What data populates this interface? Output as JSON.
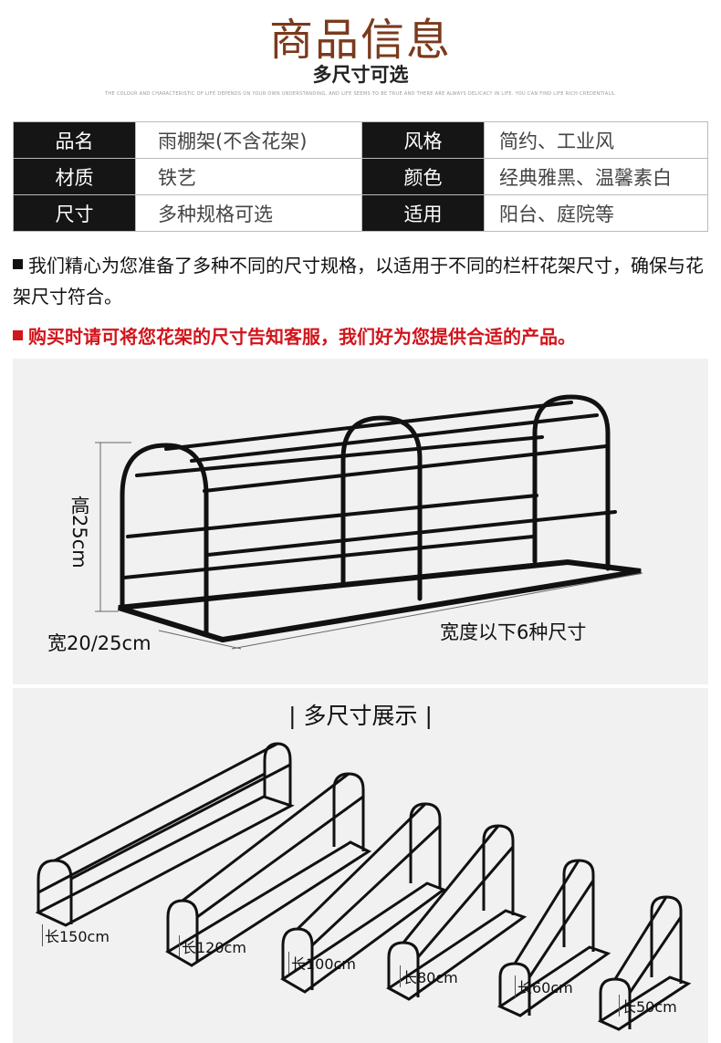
{
  "header": {
    "title": "商品信息",
    "subtitle": "多尺寸可选",
    "tagline": "THE COLOUR AND CHARACTERISTIC OF LIFE DEPENDS ON YOUR OWN UNDERSTANDING, AND LIFE SEEMS TO BE TRUE AND THERE ARE ALWAYS DELICACY IN LIFE. YOU CAN FIND LIFE RICH CREDENTIALS."
  },
  "specs": [
    {
      "k1": "品名",
      "v1": "雨棚架(不含花架)",
      "k2": "风格",
      "v2": "简约、工业风"
    },
    {
      "k1": "材质",
      "v1": "铁艺",
      "k2": "颜色",
      "v2": "经典雅黑、温馨素白"
    },
    {
      "k1": "尺寸",
      "v1": "多种规格可选",
      "k2": "适用",
      "v2": "阳台、庭院等"
    }
  ],
  "notes": {
    "note1": "我们精心为您准备了多种不同的尺寸规格，以适用于不同的栏杆花架尺寸，确保与花架尺寸符合。",
    "note2": "购买时请可将您花架的尺寸告知客服，我们好为您提供合适的产品。"
  },
  "colors": {
    "accent_brown": "#7a3a1c",
    "red": "#d2141b",
    "dark": "#151515"
  },
  "diagram": {
    "height_label": "高25cm",
    "width_label": "宽20/25cm",
    "length_label": "宽度以下6种尺寸"
  },
  "sizes": {
    "section_title": "| 多尺寸展示 |",
    "items": [
      "长150cm",
      "长120cm",
      "长100cm",
      "长80cm",
      "长60cm",
      "长50cm"
    ]
  }
}
